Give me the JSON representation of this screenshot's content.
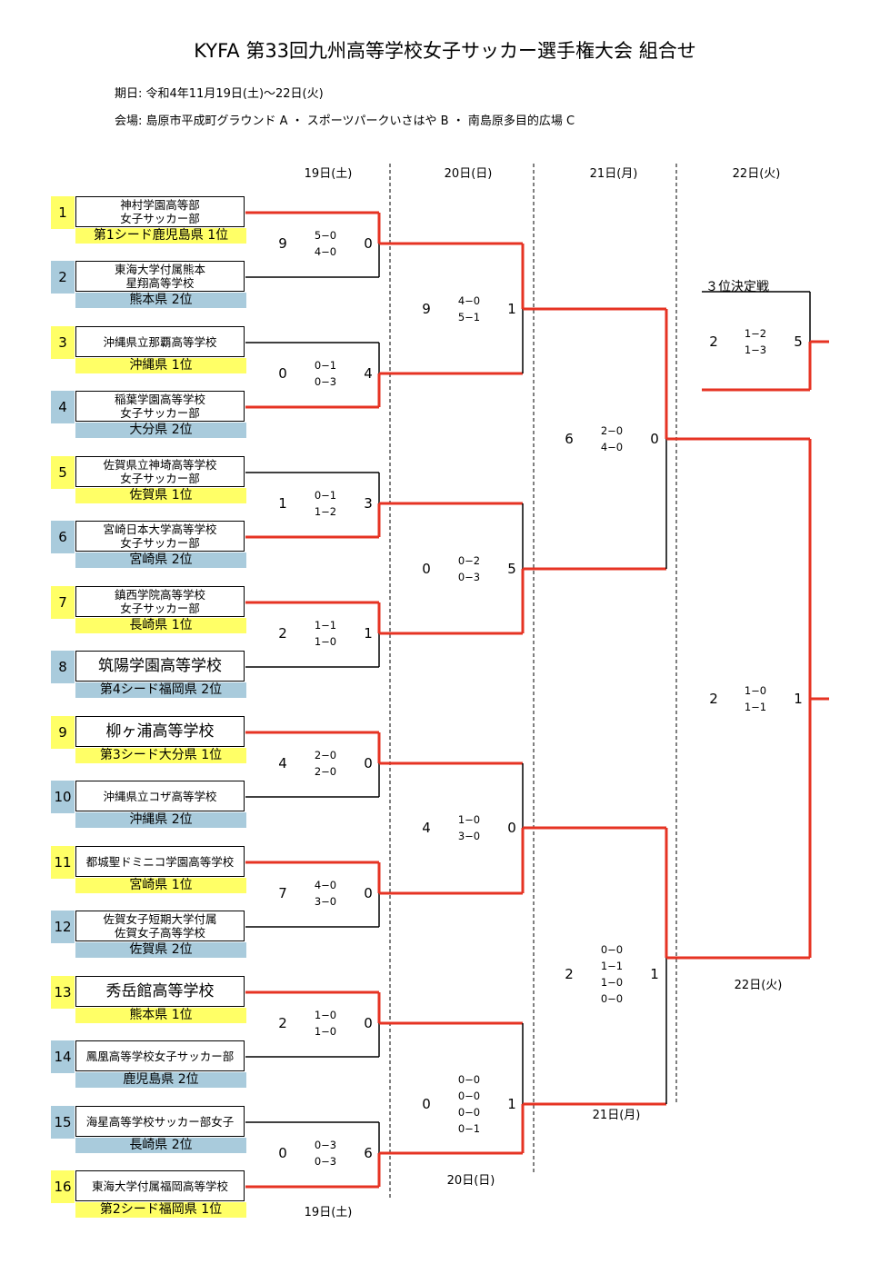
{
  "title": "KYFA  第33回九州高等学校女子サッカー選手権大会  組合せ",
  "dates": "期日:  令和4年11月19日(土)～22日(火)",
  "venue": "会場: 島原市平成町グラウンド  A  ・  スポーツパークいさはや  B  ・  南島原多目的広場  C",
  "days": {
    "d19": "19日(土)",
    "d20": "20日(日)",
    "d21": "21日(月)",
    "d22": "22日(火)"
  },
  "third_place_label": "３位決定戦",
  "teams": [
    {
      "no": "1",
      "name": [
        "神村学園高等部",
        "女子サッカー部"
      ],
      "pref": "第1シード鹿児島県  1位",
      "color": "#ffff66"
    },
    {
      "no": "2",
      "name": [
        "東海大学付属熊本",
        "星翔高等学校"
      ],
      "pref": "熊本県  2位",
      "color": "#a9cbdc"
    },
    {
      "no": "3",
      "name": [
        "沖縄県立那覇高等学校"
      ],
      "pref": "沖縄県  1位",
      "color": "#ffff66"
    },
    {
      "no": "4",
      "name": [
        "稲葉学園高等学校",
        "女子サッカー部"
      ],
      "pref": "大分県  2位",
      "color": "#a9cbdc"
    },
    {
      "no": "5",
      "name": [
        "佐賀県立神埼高等学校",
        "女子サッカー部"
      ],
      "pref": "佐賀県  1位",
      "color": "#ffff66"
    },
    {
      "no": "6",
      "name": [
        "宮崎日本大学高等学校",
        "女子サッカー部"
      ],
      "pref": "宮崎県  2位",
      "color": "#a9cbdc"
    },
    {
      "no": "7",
      "name": [
        "鎮西学院高等学校",
        "女子サッカー部"
      ],
      "pref": "長崎県  1位",
      "color": "#ffff66"
    },
    {
      "no": "8",
      "name": [
        "筑陽学園高等学校"
      ],
      "pref": "第4シード福岡県  2位",
      "color": "#a9cbdc"
    },
    {
      "no": "9",
      "name": [
        "柳ヶ浦高等学校"
      ],
      "pref": "第3シード大分県  1位",
      "color": "#ffff66"
    },
    {
      "no": "10",
      "name": [
        "沖縄県立コザ高等学校"
      ],
      "pref": "沖縄県  2位",
      "color": "#a9cbdc"
    },
    {
      "no": "11",
      "name": [
        "都城聖ドミニコ学園高等学校"
      ],
      "pref": "宮崎県  1位",
      "color": "#ffff66"
    },
    {
      "no": "12",
      "name": [
        "佐賀女子短期大学付属",
        "佐賀女子高等学校"
      ],
      "pref": "佐賀県  2位",
      "color": "#a9cbdc"
    },
    {
      "no": "13",
      "name": [
        "秀岳館高等学校"
      ],
      "pref": "熊本県  1位",
      "color": "#ffff66"
    },
    {
      "no": "14",
      "name": [
        "鳳凰高等学校女子サッカー部"
      ],
      "pref": "鹿児島県  2位",
      "color": "#a9cbdc"
    },
    {
      "no": "15",
      "name": [
        "海星高等学校サッカー部女子"
      ],
      "pref": "長崎県  2位",
      "color": "#a9cbdc"
    },
    {
      "no": "16",
      "name": [
        "東海大学付属福岡高等学校"
      ],
      "pref": "第2シード福岡県  1位",
      "color": "#ffff66"
    }
  ],
  "round1": [
    {
      "left": "9",
      "right": "0",
      "halves": [
        "5−0",
        "4−0"
      ]
    },
    {
      "left": "0",
      "right": "4",
      "halves": [
        "0−1",
        "0−3"
      ]
    },
    {
      "left": "1",
      "right": "3",
      "halves": [
        "0−1",
        "1−2"
      ]
    },
    {
      "left": "2",
      "right": "1",
      "halves": [
        "1−1",
        "1−0"
      ]
    },
    {
      "left": "4",
      "right": "0",
      "halves": [
        "2−0",
        "2−0"
      ]
    },
    {
      "left": "7",
      "right": "0",
      "halves": [
        "4−0",
        "3−0"
      ]
    },
    {
      "left": "2",
      "right": "0",
      "halves": [
        "1−0",
        "1−0"
      ]
    },
    {
      "left": "0",
      "right": "6",
      "halves": [
        "0−3",
        "0−3"
      ]
    }
  ],
  "round2": [
    {
      "left": "9",
      "right": "1",
      "halves": [
        "4−0",
        "5−1"
      ]
    },
    {
      "left": "0",
      "right": "5",
      "halves": [
        "0−2",
        "0−3"
      ]
    },
    {
      "left": "4",
      "right": "0",
      "halves": [
        "1−0",
        "3−0"
      ]
    },
    {
      "left": "0",
      "right": "1",
      "halves": [
        "0−0",
        "0−0",
        "0−0",
        "0−1"
      ]
    }
  ],
  "semis": [
    {
      "left": "6",
      "right": "0",
      "halves": [
        "2−0",
        "4−0"
      ]
    },
    {
      "left": "2",
      "right": "1",
      "halves": [
        "0−0",
        "1−1",
        "1−0",
        "0−0"
      ]
    }
  ],
  "final": {
    "left": "2",
    "right": "1",
    "halves": [
      "1−0",
      "1−1"
    ]
  },
  "third": {
    "left": "2",
    "right": "5",
    "halves": [
      "1−2",
      "1−3"
    ]
  },
  "colors": {
    "win_line": "#e63323",
    "line": "#000000",
    "seed_yellow": "#ffff66",
    "seed_blue": "#a9cbdc"
  }
}
